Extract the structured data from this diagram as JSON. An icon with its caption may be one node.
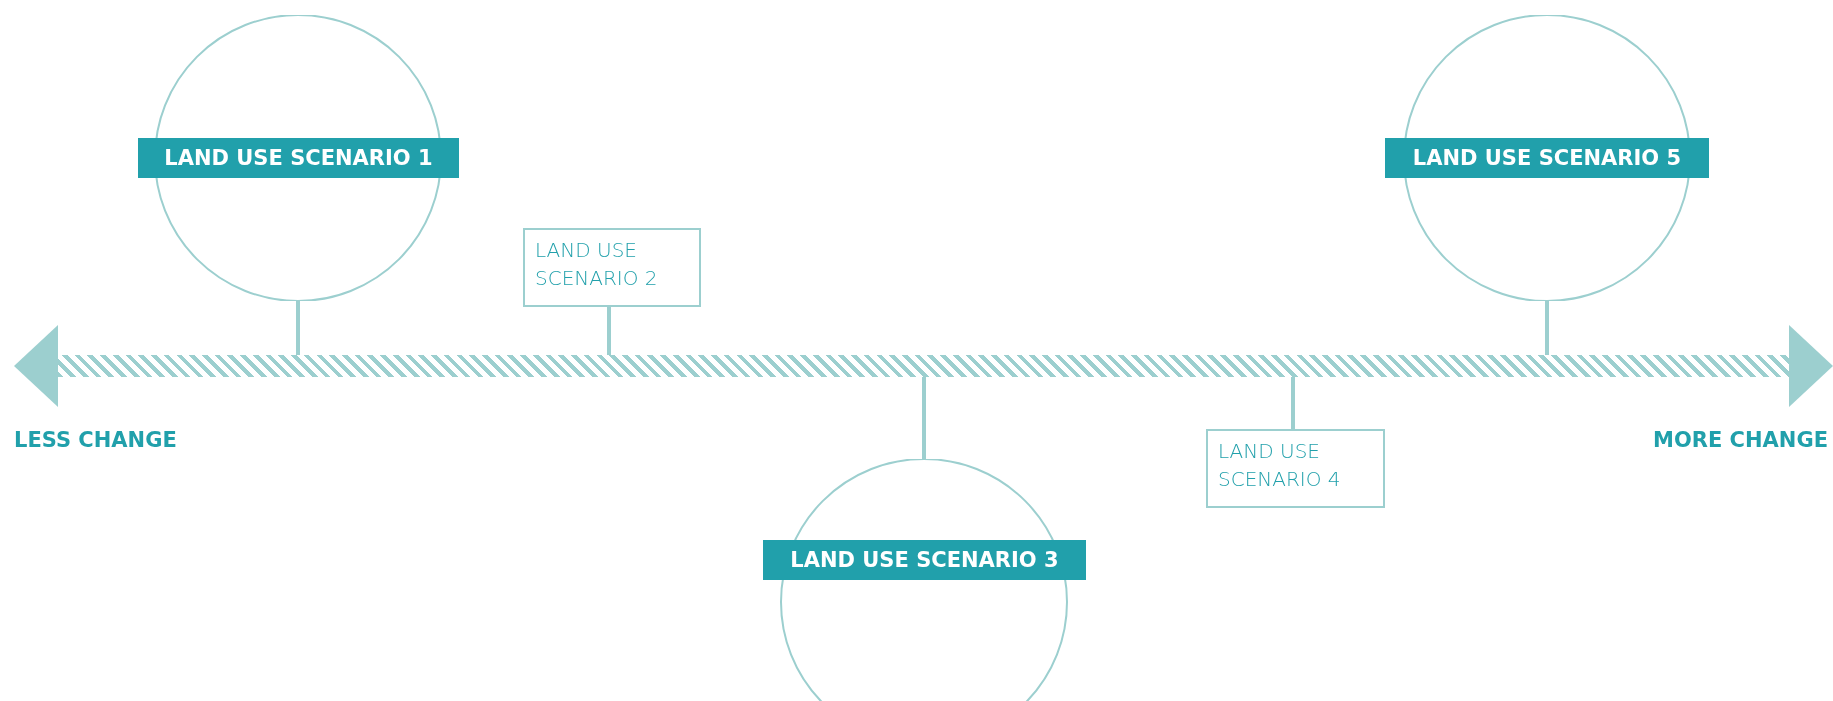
{
  "diagram": {
    "nodes": [
      {
        "text": [
          "LAND USE SCENARIO 1"
        ]
      },
      {
        "text": [
          "LAND USE SCENARIO 2"
        ]
      },
      {
        "text": [
          "LAND USE SCENARIO 3"
        ]
      },
      {
        "text": [
          "LAND USE SCENARIO 4"
        ]
      },
      {
        "text": [
          "LAND USE SCENARIO 5"
        ]
      },
      {
        "text": [],
        "shape": "bar"
      }
    ],
    "edges": [
      {
        "from": 0,
        "to": 5,
        "arrow": "none"
      },
      {
        "from": 1,
        "to": 5,
        "arrow": "none"
      },
      {
        "from": 2,
        "to": 5,
        "arrow": "none"
      },
      {
        "from": 3,
        "to": 5,
        "arrow": "none"
      },
      {
        "from": 4,
        "to": 5,
        "arrow": "none"
      }
    ],
    "labels": [
      "LESS CHANGE",
      "MORE CHANGE"
    ]
  }
}
